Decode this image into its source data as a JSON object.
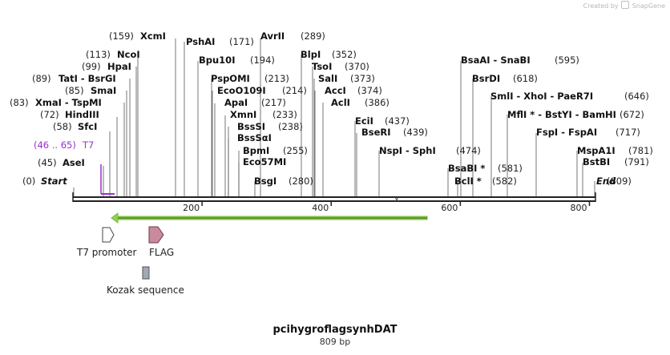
{
  "map": {
    "name": "pcihygroflagsynhDAT",
    "length_label": "809 bp",
    "length_bp": 809,
    "watermark": "Created by",
    "brand": "SnapGene",
    "backbone_color": "#222222",
    "tick_labels": [
      "200",
      "400",
      "600",
      "800"
    ],
    "ticks_bp": [
      200,
      400,
      600,
      800
    ]
  },
  "sites": [
    {
      "name": "Start",
      "pos": "(0)",
      "bp": 0,
      "italic": true
    },
    {
      "name": "AseI",
      "pos": "(45)",
      "bp": 45
    },
    {
      "name": "T7",
      "pos": "(46 .. 65)",
      "bp": 46,
      "color": "#9b30d0",
      "primer": true
    },
    {
      "name": "SfcI",
      "pos": "(58)",
      "bp": 58
    },
    {
      "name": "HindIII",
      "pos": "(72)",
      "bp": 72
    },
    {
      "name": "XmaI - TspMI",
      "pos": "(83)",
      "bp": 83
    },
    {
      "name": "SmaI",
      "pos": "(85)",
      "bp": 85
    },
    {
      "name": "TatI - BsrGI",
      "pos": "(89)",
      "bp": 89
    },
    {
      "name": "HpaI",
      "pos": "(99)",
      "bp": 99
    },
    {
      "name": "NcoI",
      "pos": "(113)",
      "bp": 113
    },
    {
      "name": "XcmI",
      "pos": "(159)",
      "bp": 159
    },
    {
      "name": "PshAI",
      "pos": "(171)",
      "bp": 171
    },
    {
      "name": "Bpu10I",
      "pos": "(194)",
      "bp": 194
    },
    {
      "name": "AvrII",
      "pos": "(289)",
      "bp": 289
    },
    {
      "name": "PspOMI",
      "pos": "(213)",
      "bp": 213
    },
    {
      "name": "EcoO109I",
      "pos": "(214)",
      "bp": 214
    },
    {
      "name": "ApaI",
      "pos": "(217)",
      "bp": 217
    },
    {
      "name": "XmnI",
      "pos": "(233)",
      "bp": 233
    },
    {
      "name": "BssSI",
      "pos": "(238)",
      "bp": 238
    },
    {
      "name": "BssSαI",
      "pos": "",
      "bp": 238
    },
    {
      "name": "BpmI",
      "pos": "(255)",
      "bp": 255
    },
    {
      "name": "Eco57MI",
      "pos": "",
      "bp": 255
    },
    {
      "name": "BsgI",
      "pos": "(280)",
      "bp": 280
    },
    {
      "name": "BlpI",
      "pos": "(352)",
      "bp": 352
    },
    {
      "name": "TsoI",
      "pos": "(370)",
      "bp": 370
    },
    {
      "name": "SalI",
      "pos": "(373)",
      "bp": 373
    },
    {
      "name": "AccI",
      "pos": "(374)",
      "bp": 374
    },
    {
      "name": "AclI",
      "pos": "(386)",
      "bp": 386
    },
    {
      "name": "EciI",
      "pos": "(437)",
      "bp": 437
    },
    {
      "name": "BseRI",
      "pos": "(439)",
      "bp": 439
    },
    {
      "name": "NspI - SphI",
      "pos": "(474)",
      "bp": 474
    },
    {
      "name": "BsaAI - SnaBI",
      "pos": "(595)",
      "bp": 595
    },
    {
      "name": "BsrDI",
      "pos": "(618)",
      "bp": 618
    },
    {
      "name": "SmlI - XhoI - PaeR7I",
      "pos": "(646)",
      "bp": 646
    },
    {
      "name": "MflI * - BstYI - BamHI",
      "pos": "(672)",
      "bp": 672
    },
    {
      "name": "FspI - FspAI",
      "pos": "(717)",
      "bp": 717
    },
    {
      "name": "MspA1I",
      "pos": "(781)",
      "bp": 781
    },
    {
      "name": "BstBI",
      "pos": "(791)",
      "bp": 791
    },
    {
      "name": "BsaBI *",
      "pos": "(581)",
      "bp": 581
    },
    {
      "name": "BclI *",
      "pos": "(582)",
      "bp": 582
    },
    {
      "name": "End",
      "pos": "(809)",
      "bp": 809,
      "italic": true
    }
  ],
  "features": [
    {
      "name": "T7 promoter",
      "type": "promoter",
      "color": "#ffffff"
    },
    {
      "name": "FLAG",
      "type": "tag",
      "color": "#c98a9e"
    },
    {
      "name": "Kozak sequence",
      "type": "misc",
      "color": "#a3a8b5"
    }
  ],
  "orf": {
    "color": "#8fd14f",
    "direction": "reverse"
  }
}
